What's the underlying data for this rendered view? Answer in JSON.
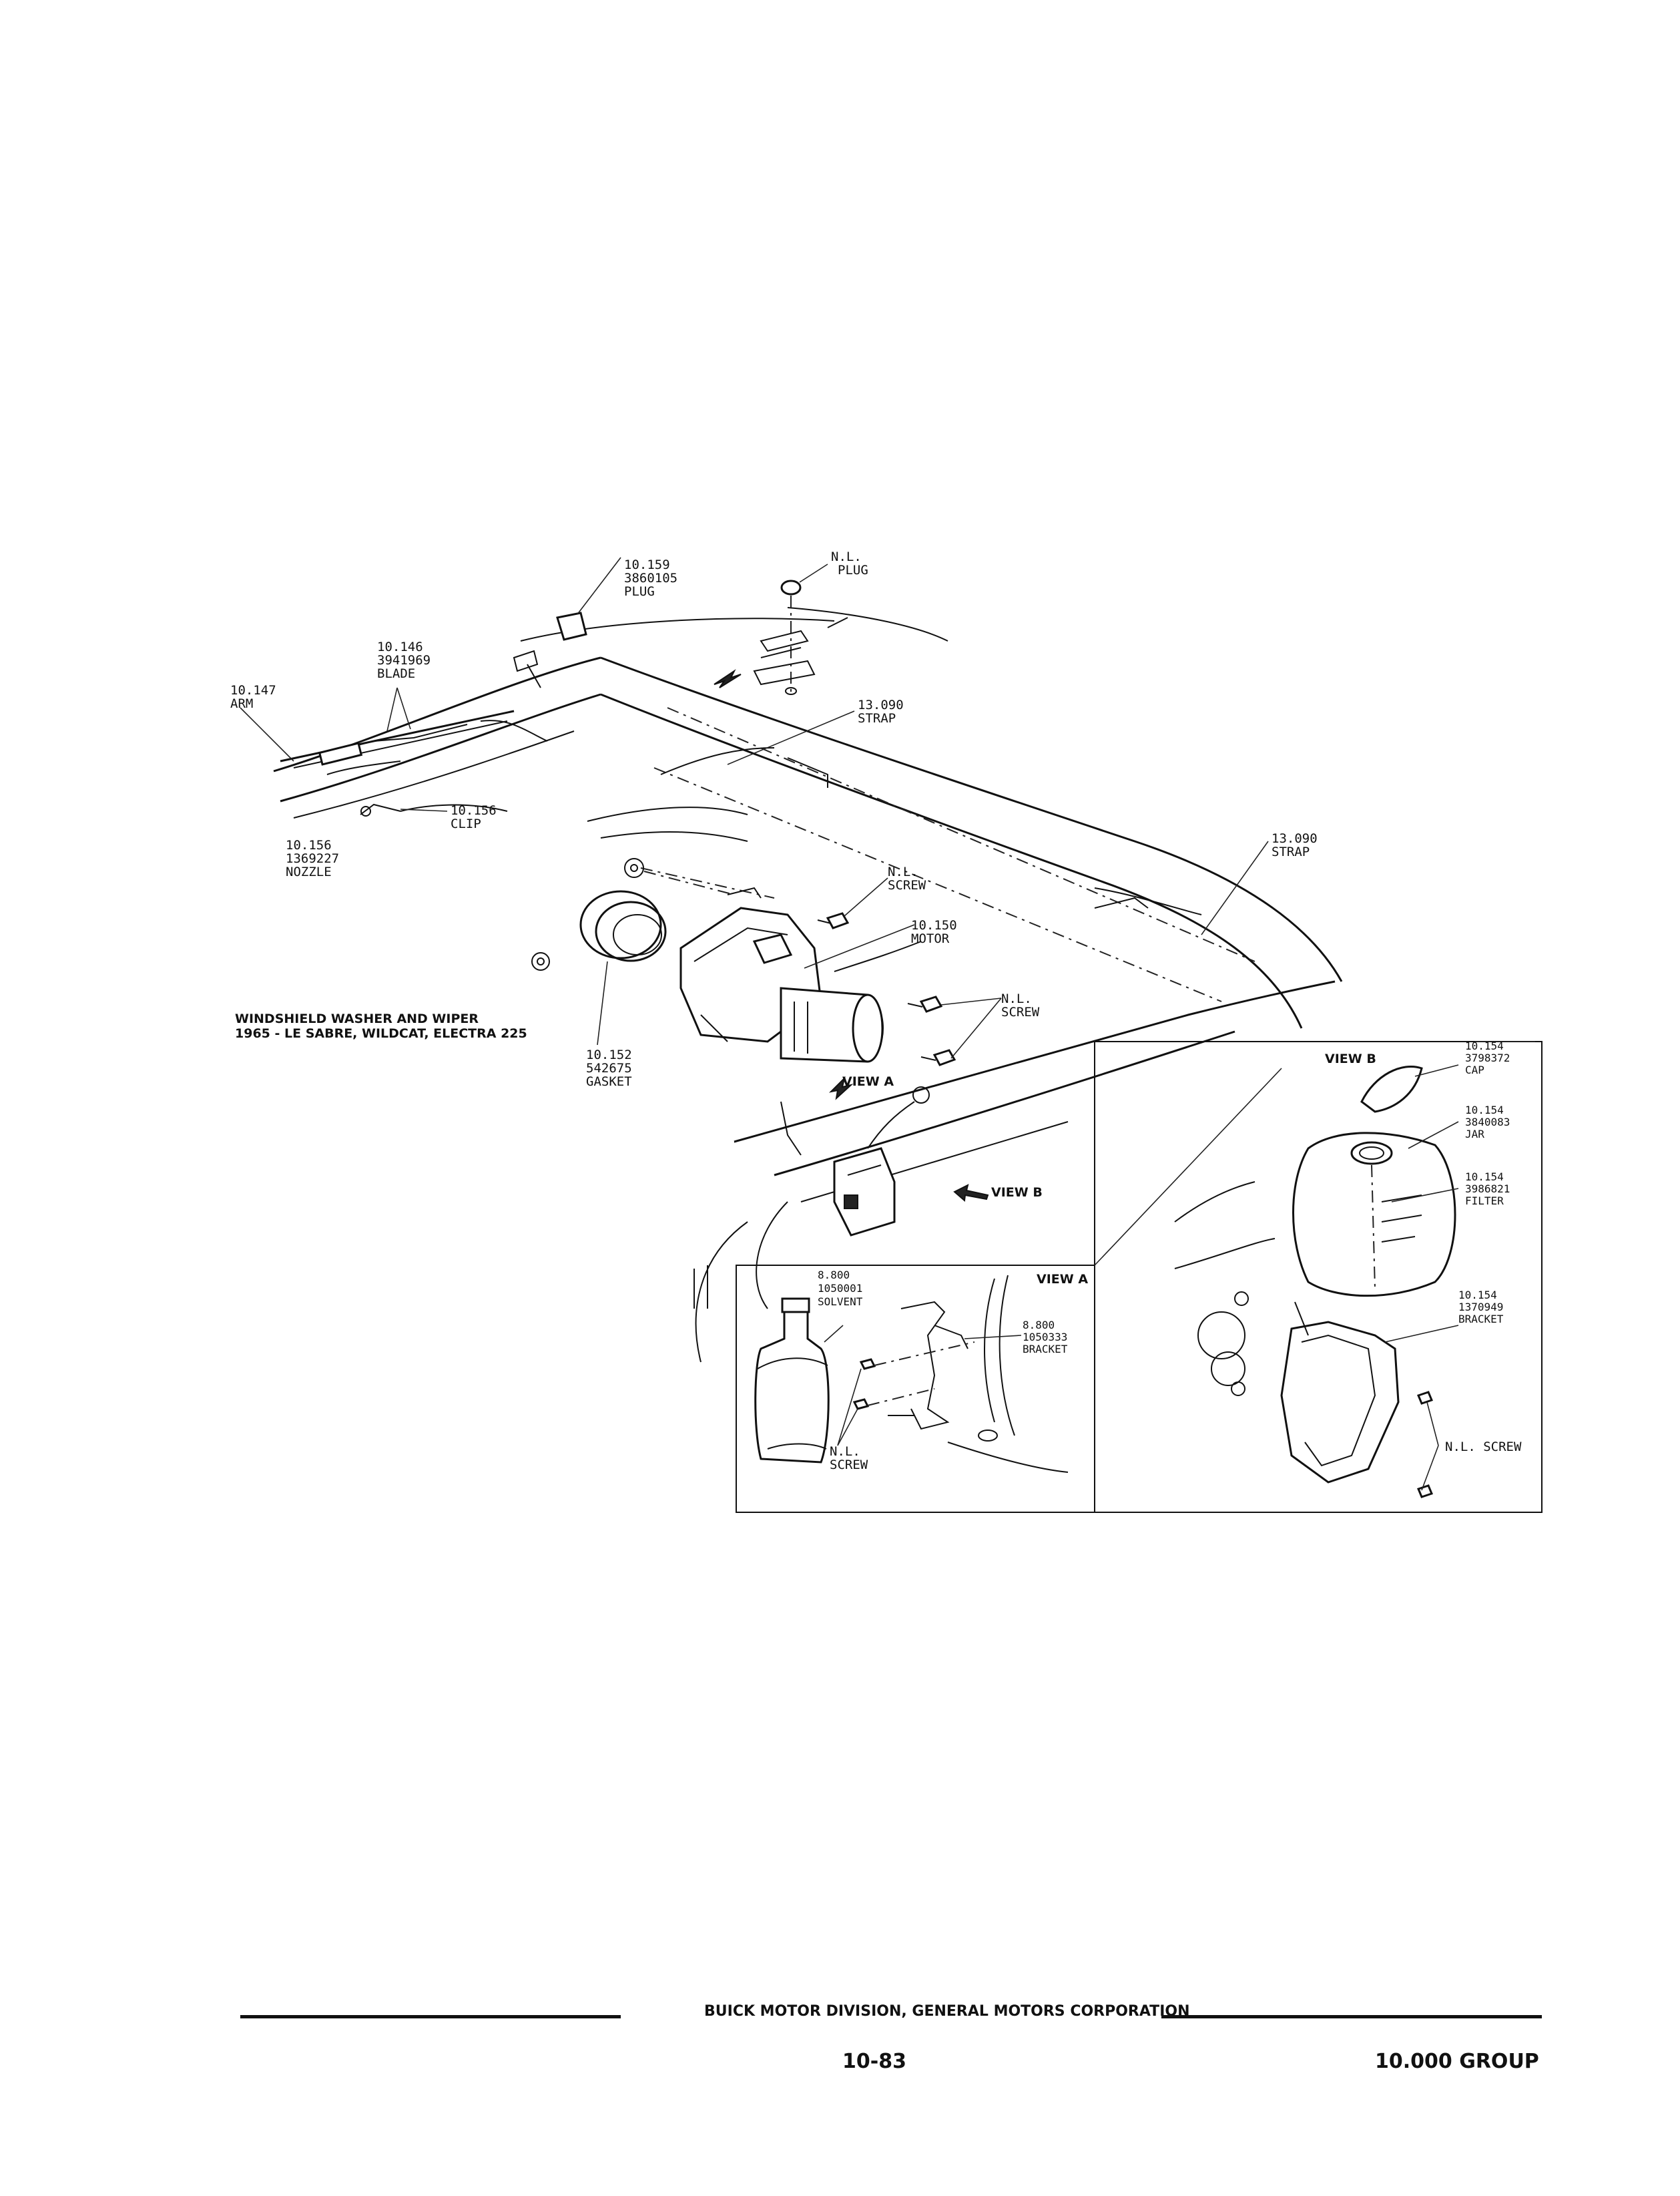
{
  "diagram": {
    "title_line1": "WINDSHIELD WASHER AND WIPER",
    "title_line2": "1965 - LE SABRE, WILDCAT, ELECTRA 225",
    "callouts": {
      "plug_1": [
        "10.159",
        "3860105",
        "PLUG"
      ],
      "plug_2": [
        "N.L.",
        "PLUG"
      ],
      "blade": [
        "10.146",
        "3941969",
        "BLADE"
      ],
      "arm": [
        "10.147",
        "ARM"
      ],
      "strap_1": [
        "13.090",
        "STRAP"
      ],
      "strap_2": [
        "13.090",
        "STRAP"
      ],
      "clip": [
        "10.156",
        "CLIP"
      ],
      "nozzle": [
        "10.156",
        "1369227",
        "NOZZLE"
      ],
      "screw_1": [
        "N.L.",
        "SCREW"
      ],
      "motor": [
        "10.150",
        "MOTOR"
      ],
      "screw_2": [
        "N.L.",
        "SCREW"
      ],
      "gasket": [
        "10.152",
        "542675",
        "GASKET"
      ],
      "solvent": [
        "8.800",
        "1050001",
        "SOLVENT"
      ],
      "bracket_a": [
        "8.800",
        "1050333",
        "BRACKET"
      ],
      "screw_a": [
        "N.L.",
        "SCREW"
      ],
      "cap": [
        "10.154",
        "3798372",
        "CAP"
      ],
      "jar": [
        "10.154",
        "3840083",
        "JAR"
      ],
      "filter": [
        "10.154",
        "3986821",
        "FILTER"
      ],
      "bracket_b": [
        "10.154",
        "1370949",
        "BRACKET"
      ],
      "screw_b": [
        "N.L. SCREW"
      ]
    },
    "view_labels": {
      "view_a_pointer": "VIEW A",
      "view_b_pointer": "VIEW B",
      "view_a_box": "VIEW A",
      "view_b_box": "VIEW B"
    }
  },
  "footer": {
    "corporation": "BUICK MOTOR DIVISION, GENERAL MOTORS CORPORATION",
    "page_number": "10-83",
    "group": "10.000 GROUP"
  }
}
